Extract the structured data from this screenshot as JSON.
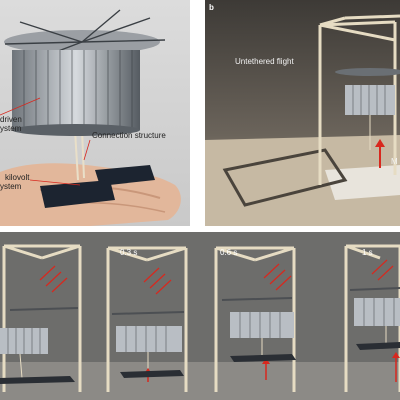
{
  "panel_a": {
    "label_driven": "driven",
    "label_system_top": "ystem",
    "label_connection": "Connection structure",
    "label_kilovolt": "kilovolt",
    "label_system_bottom": "ystem"
  },
  "panel_b": {
    "letter": "b",
    "label_flight": "Untethered flight",
    "label_m": "M"
  },
  "strips": [
    {
      "time": ""
    },
    {
      "time": "0.3 s"
    },
    {
      "time": "0.6 s"
    },
    {
      "time": "1 s"
    }
  ],
  "colors": {
    "arrow_red": "#d8281e",
    "frame_cream": "#e6dcc3",
    "solar_panel": "#1c2430",
    "foil_silver": "#b9bec4"
  }
}
